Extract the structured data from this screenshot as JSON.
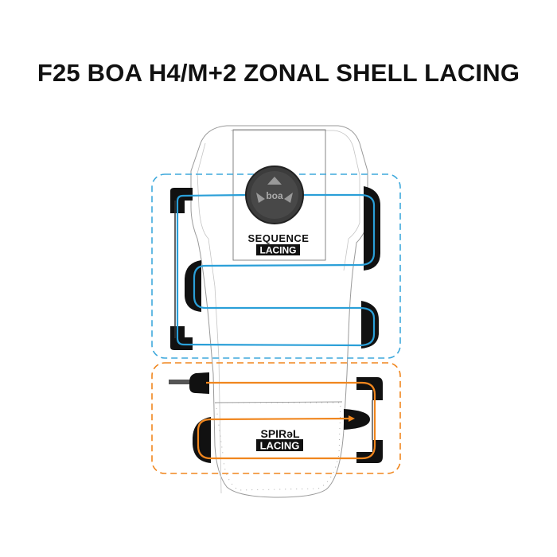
{
  "title": "F25 BOA H4/M+2 ZONAL SHELL LACING",
  "zones": [
    {
      "label_top": "SEQUENCE",
      "label_bottom": "LACING",
      "color": "#2a9fd8"
    },
    {
      "label_top": "SPIRəL",
      "label_bottom": "LACING",
      "color": "#f0861e"
    }
  ],
  "dial": {
    "logo": "boa",
    "icon": "boa-dial-icon"
  }
}
